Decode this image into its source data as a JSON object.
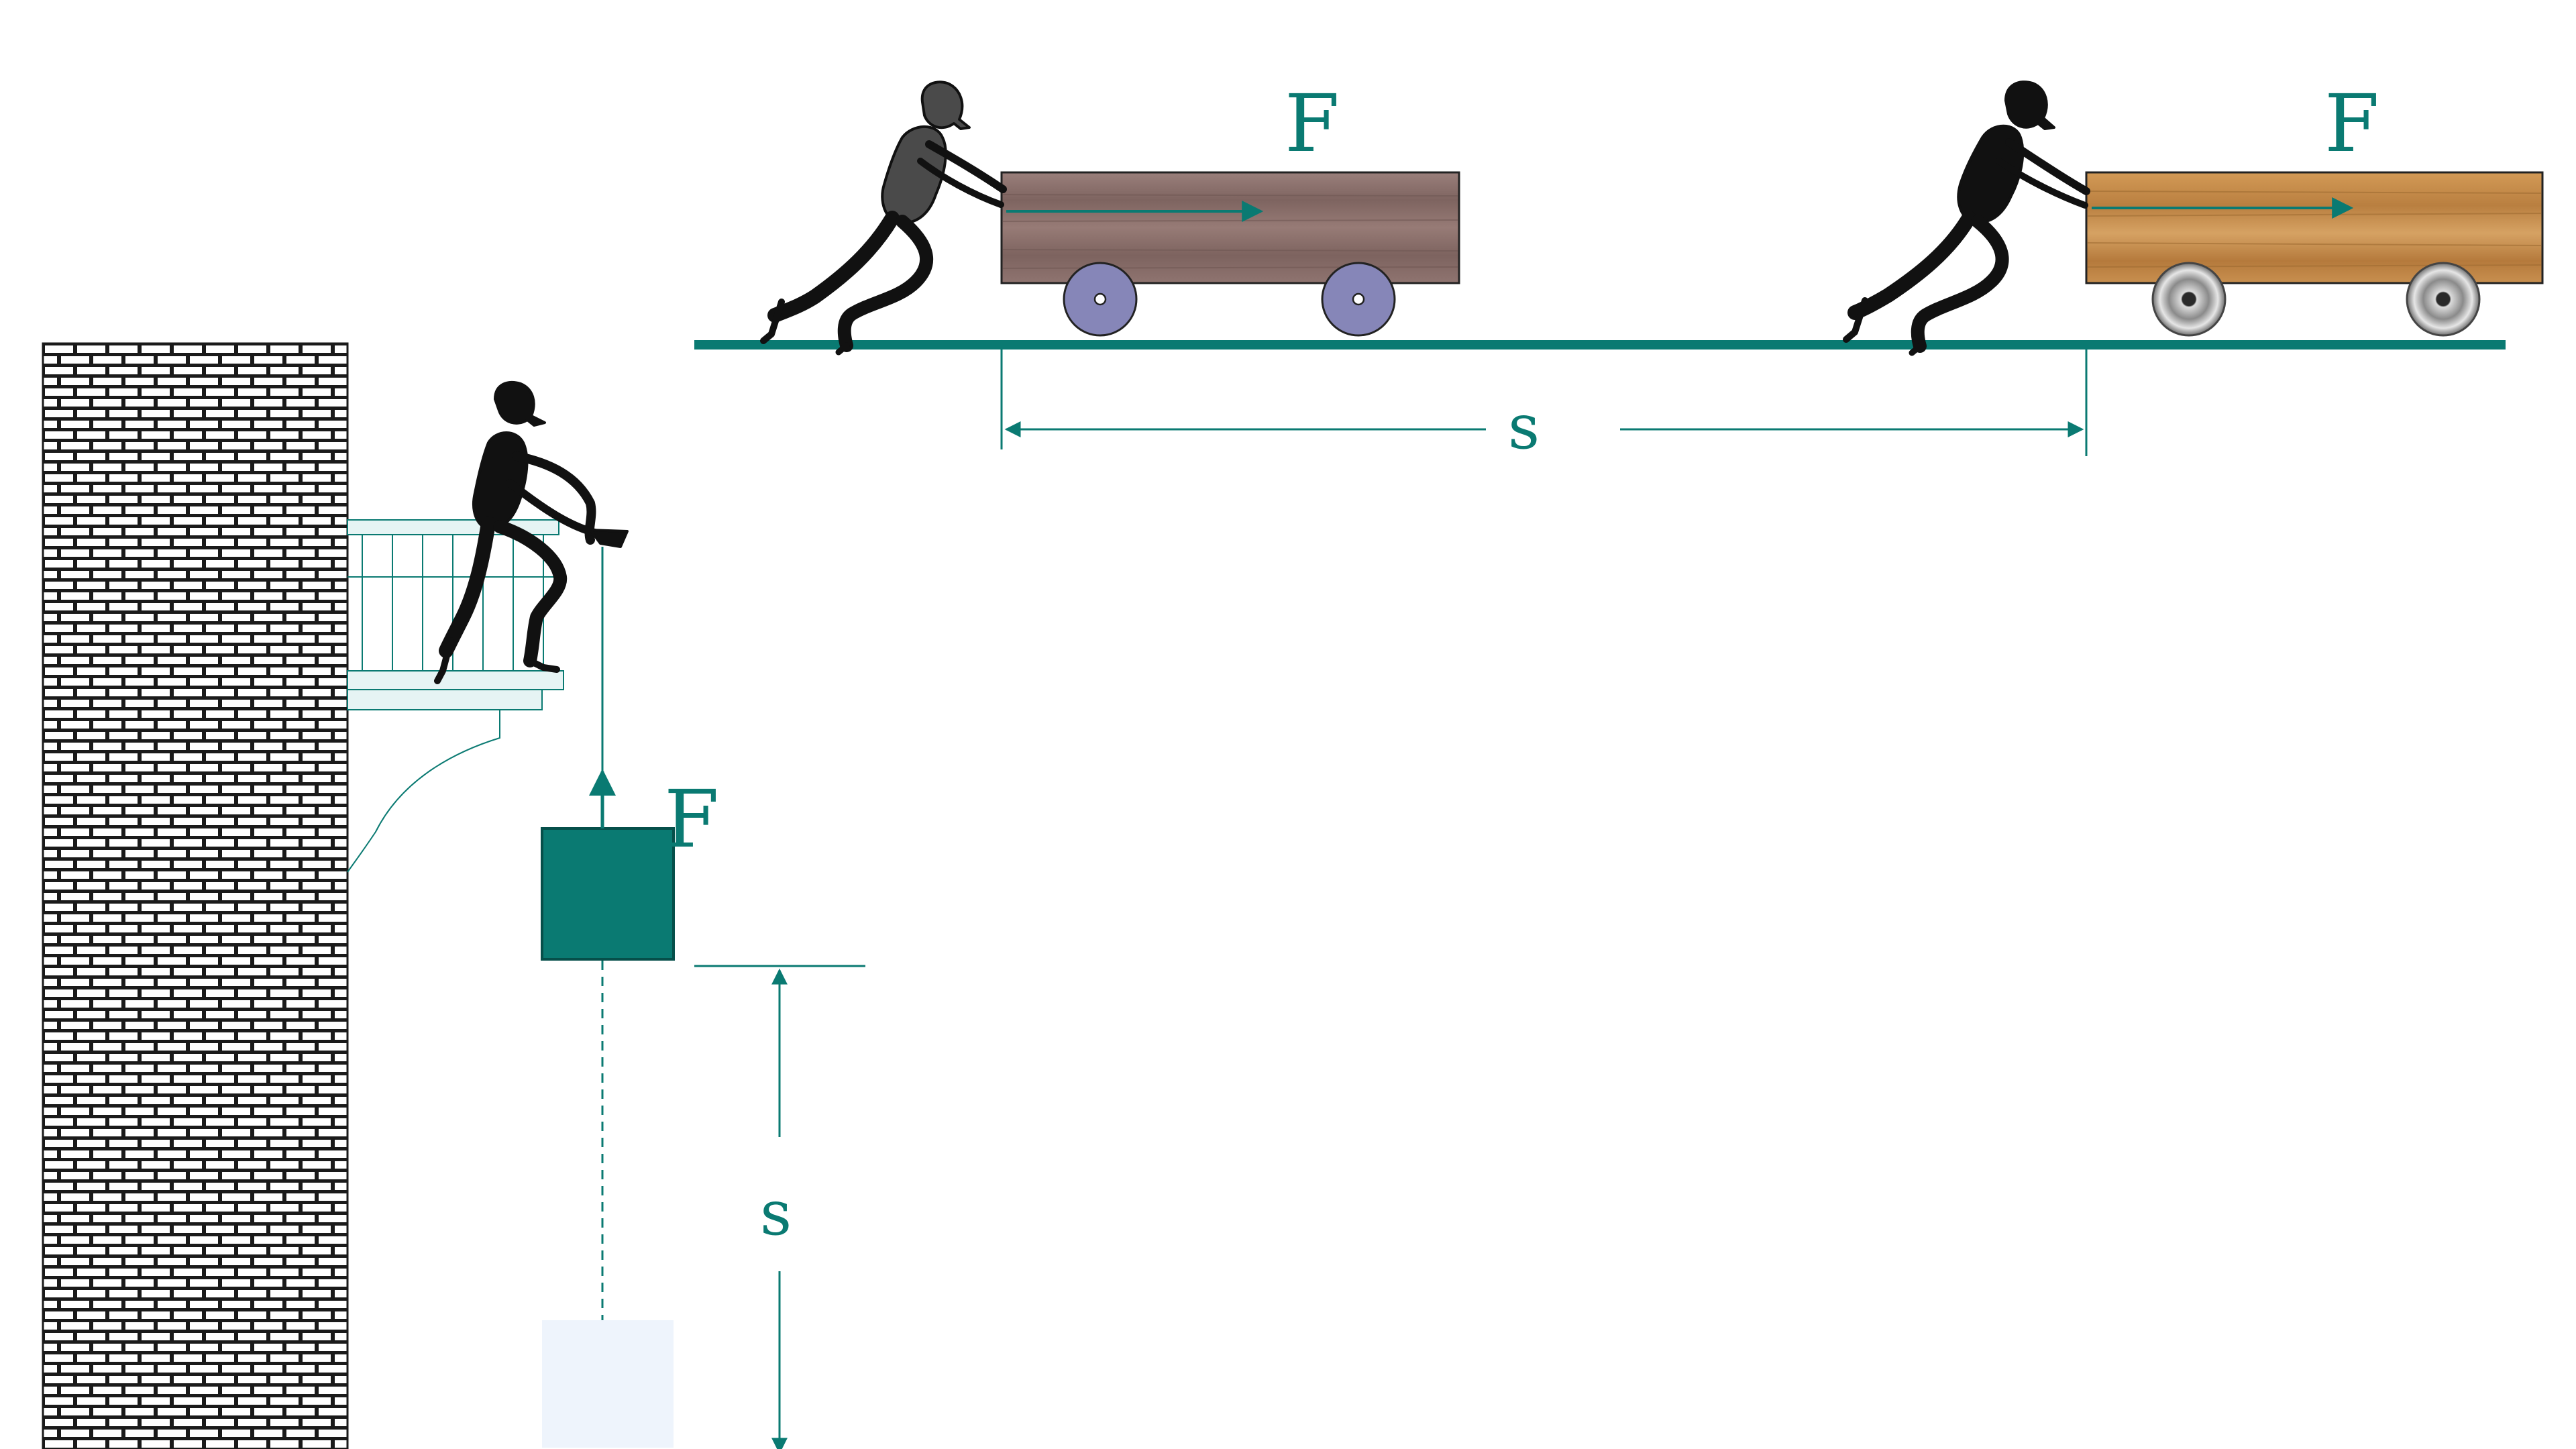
{
  "labels": {
    "force_cart_1": "F",
    "force_cart_2": "F",
    "distance_horizontal": "s",
    "force_lift": "F",
    "distance_vertical": "s"
  },
  "colors": {
    "teal": "#0a7a72",
    "brick_mortar": "#1a1a1a",
    "cart1_wood": "#8a6e6a",
    "cart2_wood": "#c8924e",
    "wheel_purple": "#8686b8",
    "wheel_silver": "#9c9c9c",
    "figure_grey": "#4a4a4a",
    "figure_black": "#111111",
    "balcony": "#e6f4f4",
    "ghost_box": "#eef4fc"
  }
}
